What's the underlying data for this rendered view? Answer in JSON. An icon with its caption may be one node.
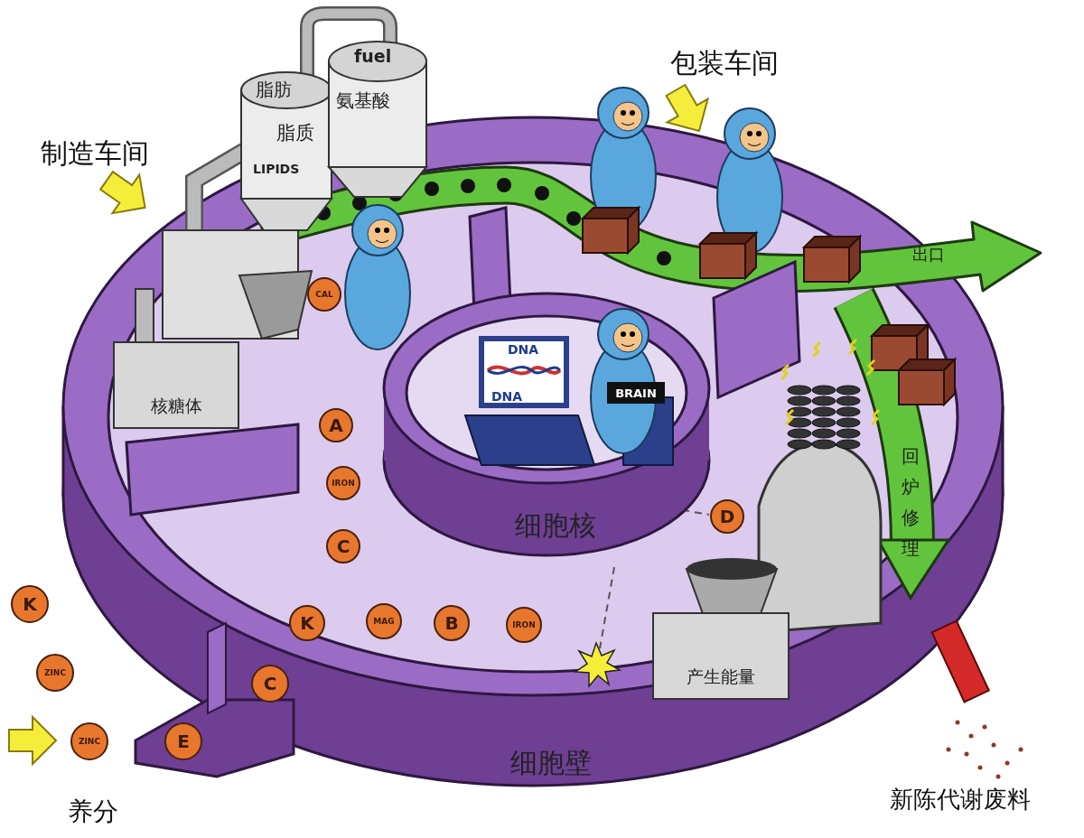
{
  "diagram": {
    "nodes": [
      {
        "text": [
          "细胞壁"
        ]
      },
      {
        "text": [
          "脂肪",
          "脂质",
          "LIPIDS"
        ]
      },
      {
        "text": [
          "fuel",
          "氨基酸"
        ]
      },
      {
        "text": [
          "出口"
        ]
      },
      {
        "text": [
          "核糖体"
        ],
        "in": 0
      },
      {
        "text": [
          "CAL"
        ],
        "in": 0
      },
      {
        "text": [
          "细胞核"
        ],
        "in": 0
      },
      {
        "text": [
          "DNA",
          "DNA"
        ],
        "in": 0
      },
      {
        "text": [
          "BRAIN"
        ],
        "in": 6
      },
      {
        "text": [
          "回炉修理"
        ],
        "in": 0
      },
      {
        "text": [
          "A"
        ],
        "in": 0
      },
      {
        "text": [
          "IRON"
        ],
        "in": 0
      },
      {
        "text": [
          "C"
        ],
        "in": 0
      },
      {
        "text": [
          "D"
        ],
        "in": 0
      },
      {
        "text": [
          "K"
        ],
        "in": 0
      },
      {
        "text": [
          "MAG"
        ],
        "in": 0
      },
      {
        "text": [
          "B"
        ],
        "in": 0
      },
      {
        "text": [
          "IRON"
        ],
        "in": 0
      },
      {
        "text": [
          "产生能量"
        ],
        "in": 0
      },
      {
        "text": [
          "K"
        ]
      },
      {
        "text": [
          "ZINC"
        ]
      },
      {
        "text": [
          "ZINC"
        ]
      },
      {
        "text": [
          "E"
        ]
      },
      {
        "text": [
          "C"
        ],
        "in": 0
      }
    ],
    "labels": [
      "包装车间",
      "制造车间",
      "养分",
      "新陈代谢废料"
    ]
  }
}
